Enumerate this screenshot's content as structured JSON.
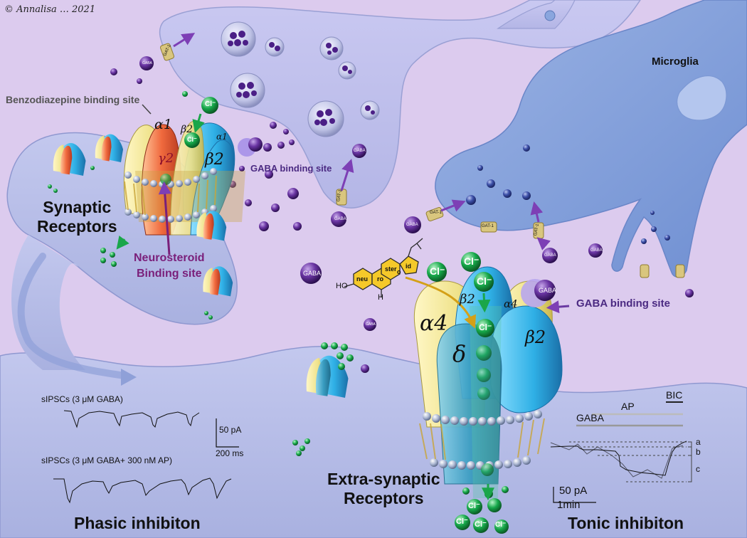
{
  "copyright": "© Annalisa … 2021",
  "labels": {
    "microglia": "Microglia",
    "benzodiazepine_site": "Benzodiazepine binding site",
    "gaba_binding_site_synaptic": "GABA binding site",
    "gaba_binding_site_extra": "GABA binding site",
    "synaptic_receptors": "Synaptic\nReceptors",
    "neurosteroid_site": "Neurosteroid\nBinding site",
    "extrasynaptic_receptors": "Extra-synaptic\nReceptors",
    "phasic": "Phasic inhibiton",
    "tonic": "Tonic inhibiton",
    "gaba": "GABA",
    "gat": "GAT-1",
    "cl": "Cl⁻",
    "ho": "HO",
    "h": "H"
  },
  "subunits": {
    "synaptic": [
      "α1",
      "β2",
      "γ2",
      "α1",
      "β2"
    ],
    "extrasynaptic": [
      "α4",
      "β2",
      "δ",
      "α4",
      "β2"
    ]
  },
  "neurosteroid_word": [
    "neu",
    "ro",
    "ster",
    "o",
    "id"
  ],
  "traces": {
    "sipsc_gaba": "sIPSCs (3 μM GABA)",
    "sipsc_gaba_ap": "sIPSCs (3 μM GABA+ 300 nM AP)",
    "scale_pa_phasic": "50 pA",
    "scale_ms": "200 ms",
    "bic": "BIC",
    "ap": "AP",
    "gaba_bar": "GABA",
    "scale_pa_tonic": "50 pA",
    "scale_min": "1min",
    "level_a": "a",
    "level_b": "b",
    "level_c": "c"
  },
  "colors": {
    "background": "#dccbee",
    "postsynaptic": "#b9bfe6",
    "presynaptic": "#c7c4ec",
    "microglia": "#8fa9dc",
    "gaba_sphere": "#5b2b8f",
    "chloride": "#1aa64a",
    "alpha": "#f2ea9c",
    "beta": "#3fb8e8",
    "gamma": "#e0583a",
    "delta": "#3a9ec2",
    "arrow_purple": "#7d3fb5",
    "neurosteroid": "#f5c92a"
  }
}
